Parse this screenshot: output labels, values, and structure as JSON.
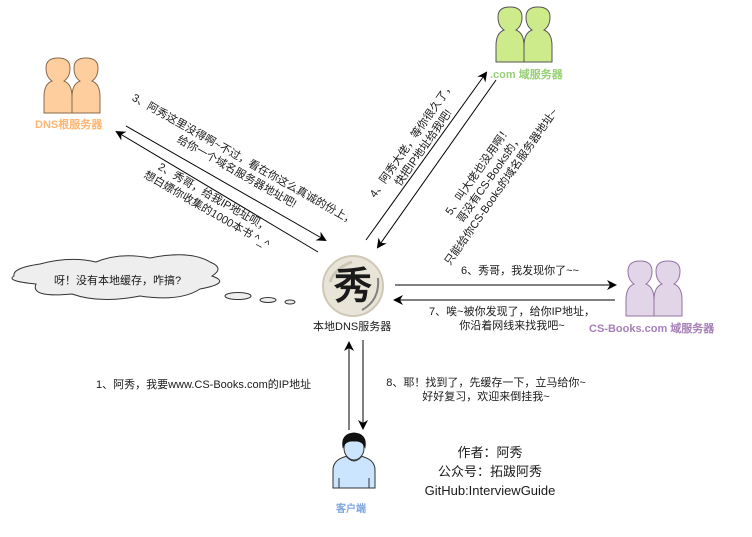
{
  "servers": {
    "root": {
      "label": "DNS根服务器",
      "color": "#FFB570",
      "fill": "#FFCE9F",
      "stroke": "#B07A4A"
    },
    "com": {
      "label": ".com 域服务器",
      "color": "#97D077",
      "fill": "#CDEB8B",
      "stroke": "#5A7A40"
    },
    "csbooks": {
      "label": "CS-Books.com 域服务器",
      "color": "#A680B8",
      "fill": "#E1D5E7",
      "stroke": "#9673A6"
    },
    "local": {
      "label": "本地DNS服务器",
      "glyph": "秀"
    },
    "client": {
      "label": "客户端",
      "color": "#7EA6E0",
      "fill": "#CCE5FF"
    }
  },
  "thought_bubble": {
    "text": "呀！没有本地缓存，咋搞?"
  },
  "steps": [
    {
      "id": 1,
      "lines": [
        "1、阿秀，我要www.CS-Books.com的IP地址"
      ]
    },
    {
      "id": 2,
      "lines": [
        "2、秀哥，给我IP地址呗，",
        "想白嫖你收集的1000本书 ^_^"
      ]
    },
    {
      "id": 3,
      "lines": [
        "3、阿秀这里没得啊~不过，看在你这么真诚的份上，",
        "给你一个域名服务器地址吧!"
      ]
    },
    {
      "id": 4,
      "lines": [
        "4、阿秀大佬，等你很久了，",
        "快把IP地址给我吧!"
      ]
    },
    {
      "id": 5,
      "lines": [
        "5、叫大佬也没用啊！",
        "哥没有CS-Books的，",
        "只能给你CS-Books的域名服务器地址~"
      ]
    },
    {
      "id": 6,
      "lines": [
        "6、秀哥，我发现你了~~"
      ]
    },
    {
      "id": 7,
      "lines": [
        "7、唉~被你发现了，给你IP地址，",
        "你沿着网线来找我吧~"
      ]
    },
    {
      "id": 8,
      "lines": [
        "8、耶！找到了，先缓存一下，立马给你~",
        "好好复习，欢迎来倒挂我~"
      ]
    }
  ],
  "credits": {
    "author": "作者：阿秀",
    "account": "公众号：拓跋阿秀",
    "github": "GitHub:InterviewGuide"
  }
}
